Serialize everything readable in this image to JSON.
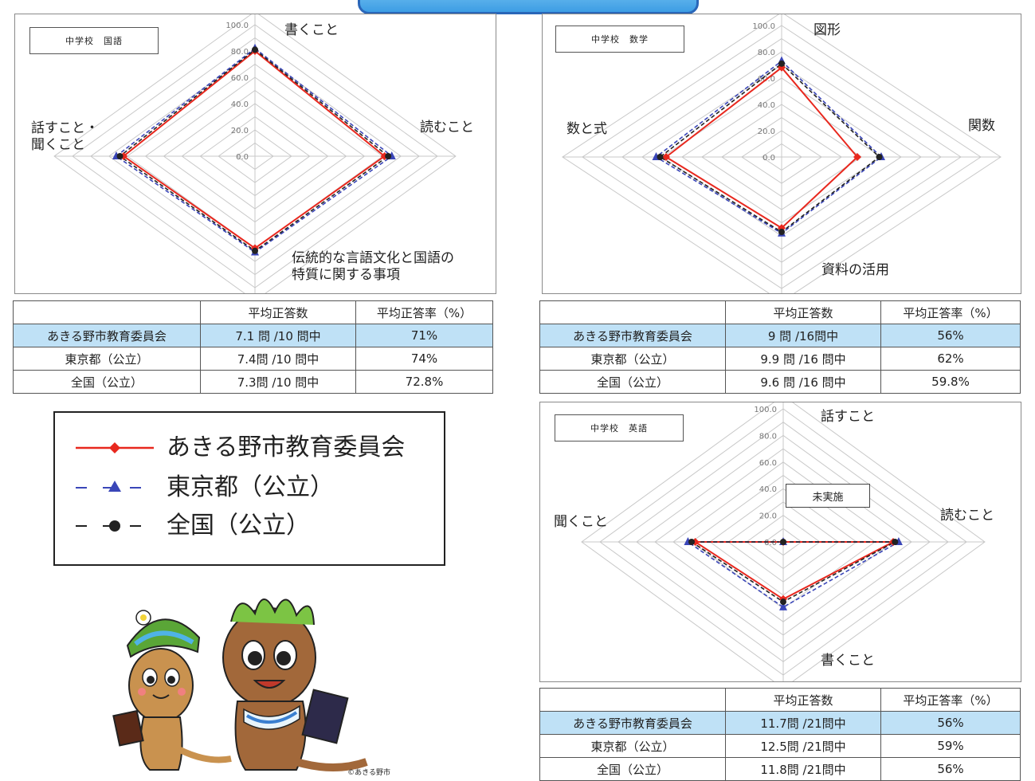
{
  "charts": {
    "japanese": {
      "tag": "中学校　国語",
      "axes": [
        "書くこと",
        "読むこと",
        "伝統的な言語文化と国語の特質に関する事項",
        "話すこと・聞くこと"
      ],
      "label_lines": [
        [
          "書くこと"
        ],
        [
          "読むこと"
        ],
        [
          "伝統的な言語文化と国語の",
          "特質に関する事項"
        ],
        [
          "話すこと・",
          "聞くこと"
        ]
      ]
    },
    "math": {
      "tag": "中学校　数学",
      "axes": [
        "図形",
        "関数",
        "資料の活用",
        "数と式"
      ],
      "label_lines": [
        [
          "図形"
        ],
        [
          "関数"
        ],
        [
          "資料の活用"
        ],
        [
          "数と式"
        ]
      ]
    },
    "english": {
      "tag": "中学校　英語",
      "axes": [
        "話すこと",
        "読むこと",
        "書くこと",
        "聞くこと"
      ],
      "label_lines": [
        [
          "話すこと"
        ],
        [
          "読むこと"
        ],
        [
          "書くこと"
        ],
        [
          "聞くこと"
        ]
      ],
      "note": "未実施"
    }
  },
  "chart_data": [
    {
      "type": "radar",
      "axes": [
        "書くこと",
        "読むこと",
        "伝統的な言語文化と国語の特質に関する事項",
        "話すこと・聞くこと"
      ],
      "ticks": [
        "0.0",
        "20.0",
        "40.0",
        "60.0",
        "80.0",
        "100.0"
      ],
      "ylim": [
        0,
        100
      ],
      "series": [
        {
          "name": "あきる野市教育委員会",
          "values": [
            80,
            71,
            70,
            72
          ]
        },
        {
          "name": "東京都（公立）",
          "values": [
            82,
            75,
            73,
            76
          ]
        },
        {
          "name": "全国（公立）",
          "values": [
            81,
            73,
            72,
            74
          ]
        }
      ]
    },
    {
      "type": "radar",
      "axes": [
        "図形",
        "関数",
        "資料の活用",
        "数と式"
      ],
      "ticks": [
        "0.0",
        "20.0",
        "40.0",
        "60.0",
        "80.0",
        "100.0"
      ],
      "ylim": [
        0,
        100
      ],
      "series": [
        {
          "name": "あきる野市教育委員会",
          "values": [
            68,
            38,
            54,
            58
          ]
        },
        {
          "name": "東京都（公立）",
          "values": [
            73,
            50,
            58,
            63
          ]
        },
        {
          "name": "全国（公立）",
          "values": [
            71,
            49,
            57,
            61
          ]
        }
      ]
    },
    {
      "type": "radar",
      "axes": [
        "話すこと",
        "読むこと",
        "書くこと",
        "聞くこと"
      ],
      "ticks": [
        "0.0",
        "20.0",
        "40.0",
        "60.0",
        "80.0",
        "100.0"
      ],
      "ylim": [
        0,
        100
      ],
      "series": [
        {
          "name": "あきる野市教育委員会",
          "values": [
            0,
            60,
            43,
            48
          ]
        },
        {
          "name": "東京都（公立）",
          "values": [
            0,
            63,
            49,
            52
          ]
        },
        {
          "name": "全国（公立）",
          "values": [
            0,
            61,
            45,
            50
          ]
        }
      ]
    }
  ],
  "tables": {
    "japanese": {
      "header": [
        "",
        "平均正答数",
        "平均正答率（%）"
      ],
      "rows": [
        [
          "あきる野市教育委員会",
          "7.1 問 /10 問中",
          "71%"
        ],
        [
          "東京都（公立）",
          "7.4問 /10 問中",
          "74%"
        ],
        [
          "全国（公立）",
          "7.3問 /10 問中",
          "72.8%"
        ]
      ]
    },
    "math": {
      "header": [
        "",
        "平均正答数",
        "平均正答率（%）"
      ],
      "rows": [
        [
          "あきる野市教育委員会",
          "9 問 /16問中",
          "56%"
        ],
        [
          "東京都（公立）",
          "9.9 問 /16 問中",
          "62%"
        ],
        [
          "全国（公立）",
          "9.6 問 /16 問中",
          "59.8%"
        ]
      ]
    },
    "english": {
      "header": [
        "",
        "平均正答数",
        "平均正答率（%）"
      ],
      "rows": [
        [
          "あきる野市教育委員会",
          "11.7問 /21問中",
          "56%"
        ],
        [
          "東京都（公立）",
          "12.5問 /21問中",
          "59%"
        ],
        [
          "全国（公立）",
          "11.8問 /21問中",
          "56%"
        ]
      ]
    }
  },
  "legend": {
    "items": [
      {
        "label": "あきる野市教育委員会",
        "color": "#e8281e",
        "marker": "diamond",
        "dash": "solid"
      },
      {
        "label": "東京都（公立）",
        "color": "#3a46b8",
        "marker": "triangle",
        "dash": "dashed"
      },
      {
        "label": "全国（公立）",
        "color": "#222222",
        "marker": "circle",
        "dash": "dashed"
      }
    ]
  },
  "credit": "©あきる野市",
  "colors": {
    "highlight_row": "#bfe1f6",
    "banner": "#3d9de4"
  }
}
